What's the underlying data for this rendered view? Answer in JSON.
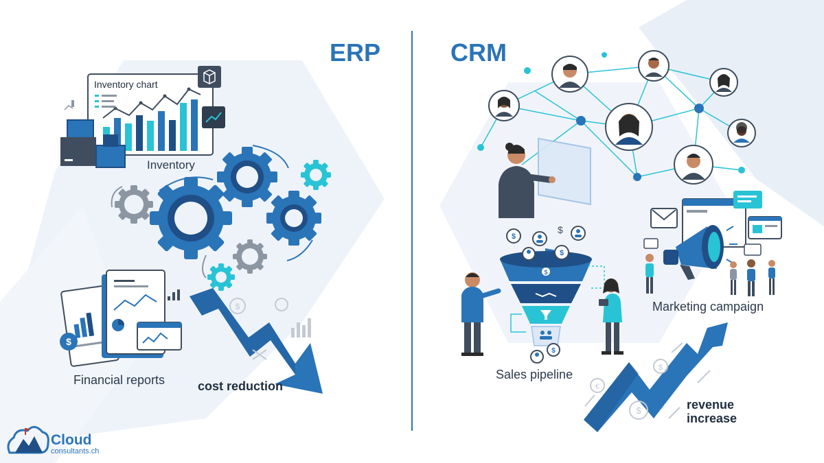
{
  "erp": {
    "heading": "ERP",
    "inventory_chart_title": "Inventory chart",
    "inventory_label": "Inventory",
    "financial_reports_label": "Financial reports",
    "cost_reduction_label": "cost reduction"
  },
  "crm": {
    "heading": "CRM",
    "sales_pipeline_label": "Sales pipeline",
    "marketing_campaign_label": "Marketing campaign",
    "revenue_increase_label_line1": "revenue",
    "revenue_increase_label_line2": "increase"
  },
  "logo": {
    "word": "Cloud",
    "sub": "consultants.ch"
  },
  "colors": {
    "primary_blue": "#2a74b8",
    "dark_blue": "#1f4f86",
    "teal": "#29c3d6",
    "gray": "#8c96a3",
    "bg_shape": "#edf2f9"
  },
  "icons": [
    "box-icon",
    "trend-icon",
    "gear-icon",
    "dollar-icon",
    "user-icon",
    "handshake-icon",
    "filter-icon",
    "envelope-icon",
    "megaphone-icon",
    "chat-icon",
    "cloud-logo-icon"
  ]
}
